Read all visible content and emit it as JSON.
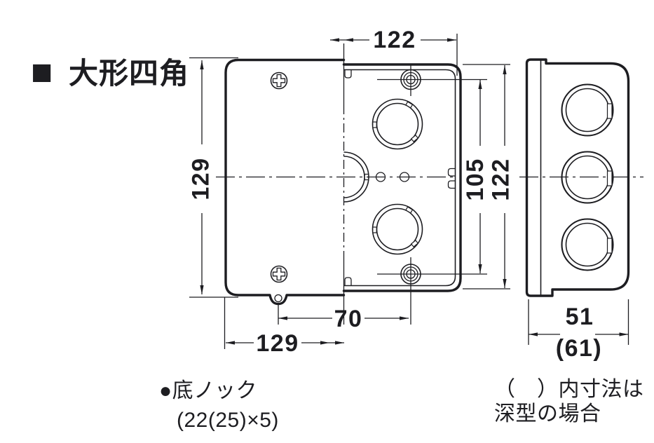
{
  "colors": {
    "background": "#ffffff",
    "line": "#1d1d21",
    "text": "#1d1d21"
  },
  "title": {
    "marker": "■",
    "text": "大形四角"
  },
  "dimensions": {
    "top_width": "122",
    "left_height": "129",
    "screw_pitch": "105",
    "body_height": "122",
    "bottom_offset": "70",
    "bottom_width": "129",
    "depth": "51",
    "depth_deep": "(61)"
  },
  "notes": {
    "bottom_knock": {
      "line1": "●底ノック",
      "line2": "(22(25)×5)"
    },
    "parenthesis": {
      "line1": "（　）内寸法は",
      "line2": "深型の場合"
    }
  }
}
